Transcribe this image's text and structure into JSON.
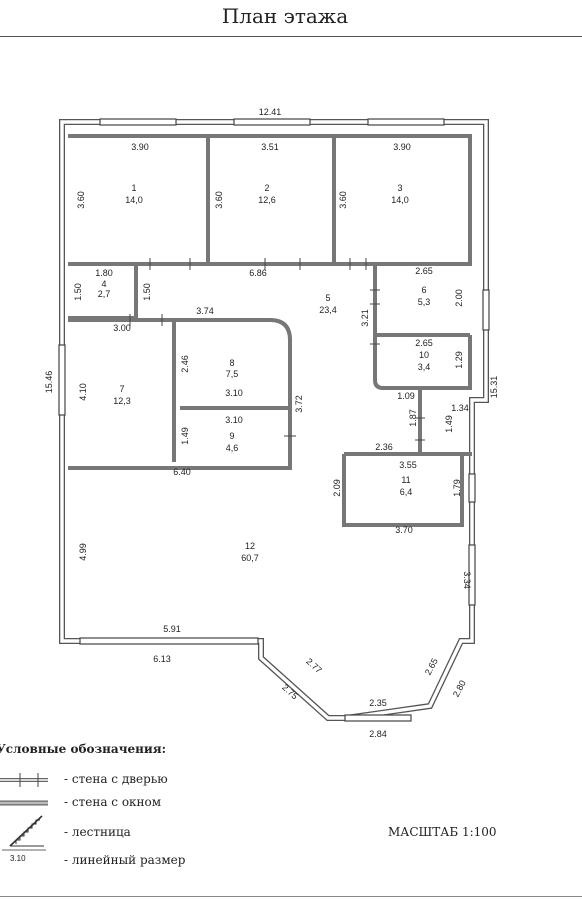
{
  "title": "План этажа",
  "dimensions": {
    "total_width": "12.41",
    "left_height": "15.46",
    "right_height": "15.31",
    "r1_w": "3.90",
    "r1_h": "3.60",
    "r2_w": "3.51",
    "r2_h": "3.60",
    "r3_w": "3.90",
    "r3_h": "3.60",
    "r4_w": "1.80",
    "r4_h": "1.50",
    "r5_w": "6.86",
    "r5_h": "1.50",
    "r5_h2": "3.21",
    "r6_w": "2.65",
    "r6_h": "2.00",
    "r10_w": "2.65",
    "r10_h": "1.29",
    "r7_w": "3.00",
    "r7_h": "4.10",
    "r8_w": "3.74",
    "r8_h": "2.46",
    "r8_w2": "3.10",
    "r8_h2": "3.72",
    "r9_w": "3.10",
    "r9_h": "1.49",
    "hall_a": "1.09",
    "hall_b": "1.34",
    "hall_c": "1.87",
    "hall_d": "1.49",
    "r11_top": "2.36",
    "r11_w": "3.55",
    "r11_h": "2.09",
    "r11_h2": "1.79",
    "r11_bottom": "3.70",
    "r12_top": "6.40",
    "r12_h": "4.99",
    "r12_w1": "5.91",
    "r12_w2": "6.13",
    "bay_right": "3.34",
    "bay_a": "2.77",
    "bay_b": "2.75",
    "bay_c": "2.35",
    "bay_d": "2.84",
    "bay_e": "2.65",
    "bay_f": "2.80"
  },
  "rooms": [
    {
      "num": "1",
      "area": "14,0"
    },
    {
      "num": "2",
      "area": "12,6"
    },
    {
      "num": "3",
      "area": "14,0"
    },
    {
      "num": "4",
      "area": "2,7"
    },
    {
      "num": "5",
      "area": "23,4"
    },
    {
      "num": "6",
      "area": "5,3"
    },
    {
      "num": "7",
      "area": "12,3"
    },
    {
      "num": "8",
      "area": "7,5"
    },
    {
      "num": "9",
      "area": "4,6"
    },
    {
      "num": "10",
      "area": "3,4"
    },
    {
      "num": "11",
      "area": "6,4"
    },
    {
      "num": "12",
      "area": "60,7"
    }
  ],
  "legend": {
    "heading": "Условные обозначения:",
    "door": "- стена с дверью",
    "window": "- стена с окном",
    "stairs": "- лестница",
    "linear": "- линейный размер",
    "sample": "3.10"
  },
  "scale": "МАСШТАБ 1:100"
}
